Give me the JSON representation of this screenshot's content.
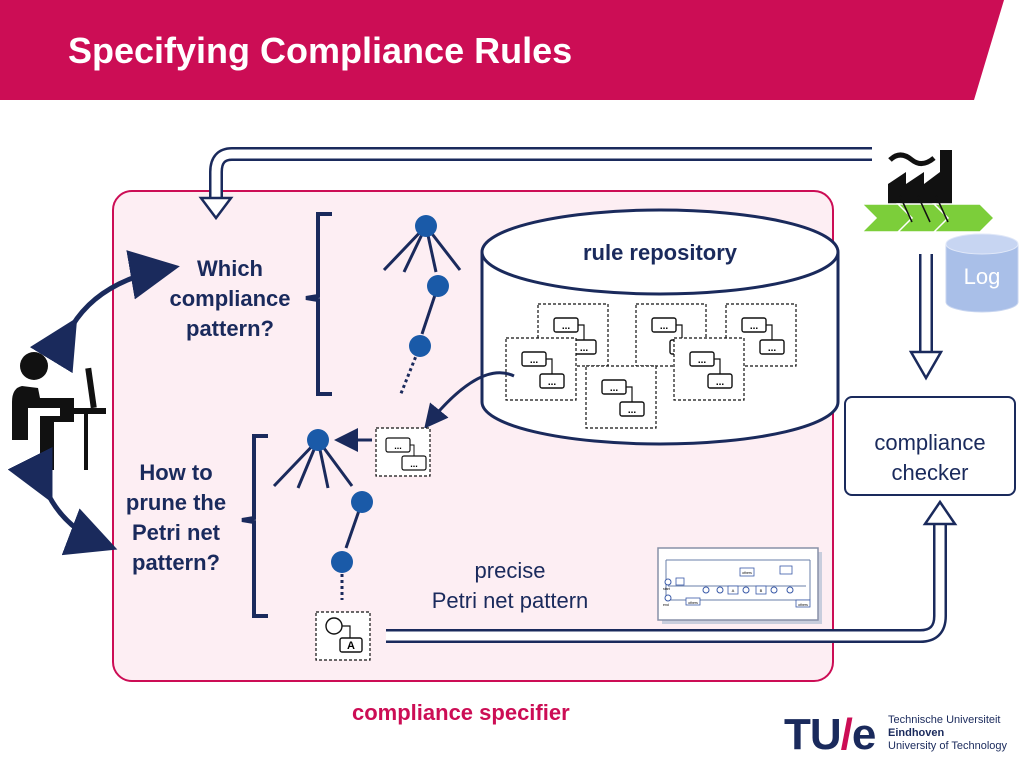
{
  "slide": {
    "title": "Specifying Compliance Rules",
    "accent_color": "#cc0d55",
    "text_color": "#1a2a5c"
  },
  "diagram": {
    "question_pattern": [
      "Which",
      "compliance",
      "pattern?"
    ],
    "question_prune": [
      "How to",
      "prune the",
      "Petri net",
      "pattern?"
    ],
    "repository_label": "rule repository",
    "fragment_placeholder": "...",
    "fragment_activity": "A",
    "precise_label": [
      "precise",
      "Petri net pattern"
    ],
    "specifier_label": "compliance specifier",
    "checker_label": [
      "compliance",
      "checker"
    ],
    "log_label": "Log",
    "petri_thumbnail_labels": [
      "others",
      "A",
      "B",
      "others",
      "others",
      "start",
      "end"
    ]
  },
  "logo": {
    "mark_left": "TU",
    "mark_slash": "/",
    "mark_right": "e",
    "name_lines": [
      "Technische Universiteit",
      "Eindhoven",
      "University of Technology"
    ]
  }
}
